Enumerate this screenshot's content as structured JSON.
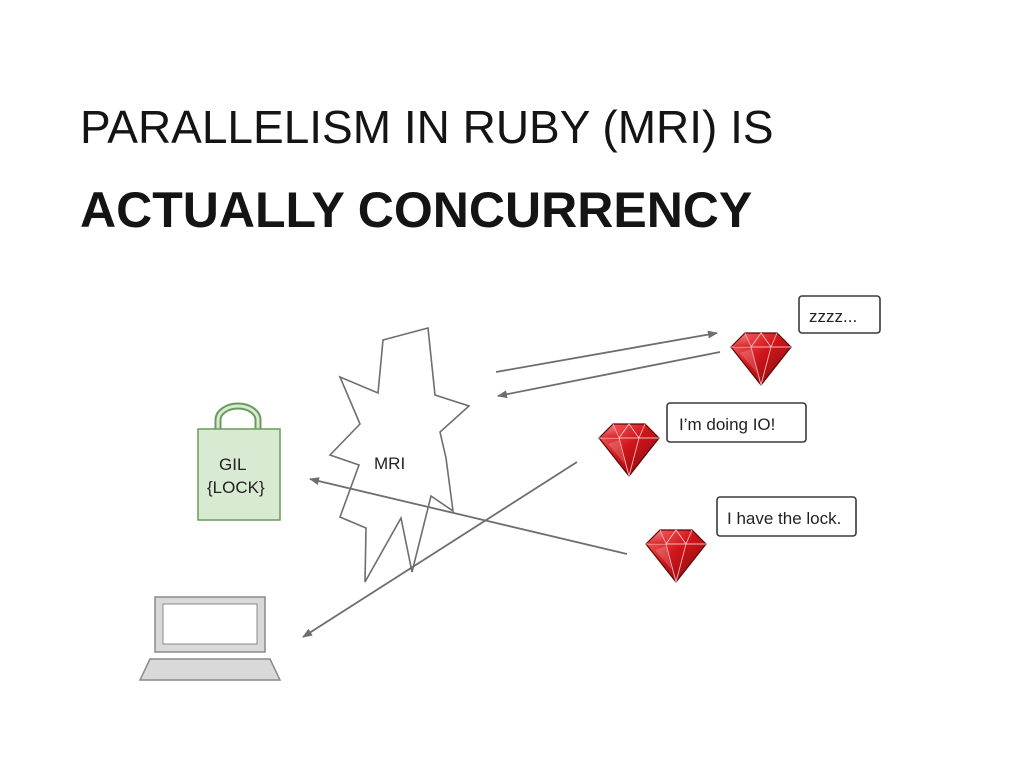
{
  "title": {
    "line1": "PARALLELISM IN RUBY (MRI) IS",
    "line2": "ACTUALLY CONCURRENCY"
  },
  "diagram": {
    "gil": {
      "line1": "GIL",
      "line2": "{LOCK}",
      "fill": "#d9ead3",
      "stroke": "#6a9a5c"
    },
    "mri": {
      "label": "MRI"
    },
    "threads": [
      {
        "icon": "ruby-gem-icon",
        "speech": "zzzz..."
      },
      {
        "icon": "ruby-gem-icon",
        "speech": "I’m doing IO!"
      },
      {
        "icon": "ruby-gem-icon",
        "speech": "I have the lock."
      }
    ],
    "computer": {
      "icon": "laptop-icon"
    },
    "colors": {
      "ruby": "#c4161c",
      "ruby_dark": "#7d0a0d",
      "arrow": "#6e6e6e",
      "laptop": "#d9d9d9",
      "laptop_stroke": "#8a8a8a"
    }
  }
}
